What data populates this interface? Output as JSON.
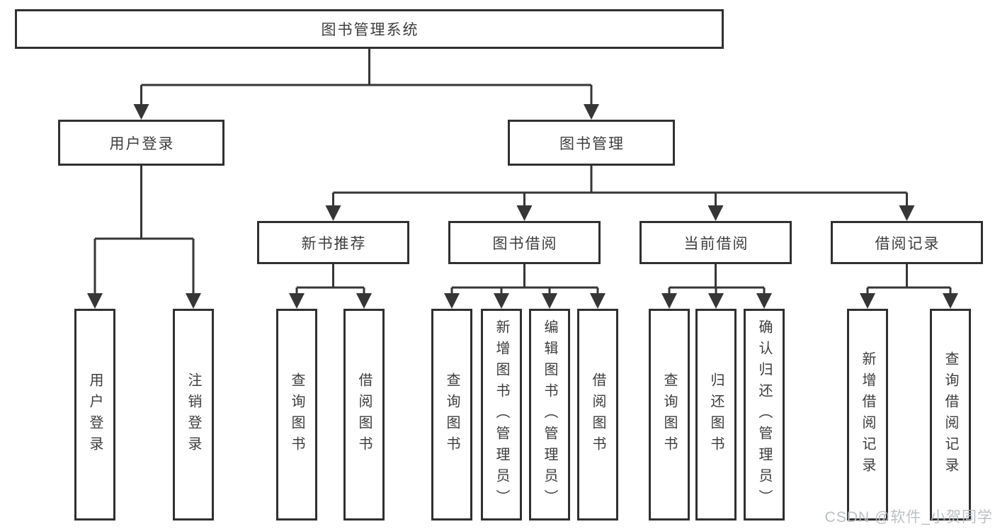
{
  "structure": {
    "root": {
      "label": "图书管理系统",
      "children": [
        {
          "label": "用户登录",
          "children": [
            {
              "label": "用户登录"
            },
            {
              "label": "注销登录"
            }
          ]
        },
        {
          "label": "图书管理",
          "children": [
            {
              "label": "新书推荐",
              "children": [
                {
                  "label": "查询图书"
                },
                {
                  "label": "借阅图书"
                }
              ]
            },
            {
              "label": "图书借阅",
              "children": [
                {
                  "label": "查询图书"
                },
                {
                  "label": "新增图书（管理员）"
                },
                {
                  "label": "编辑图书（管理员）"
                },
                {
                  "label": "借阅图书"
                }
              ]
            },
            {
              "label": "当前借阅",
              "children": [
                {
                  "label": "查询图书"
                },
                {
                  "label": "归还图书"
                },
                {
                  "label": "确认归还（管理员）"
                }
              ]
            },
            {
              "label": "借阅记录",
              "children": [
                {
                  "label": "新增借阅记录"
                },
                {
                  "label": "查询借阅记录"
                }
              ]
            }
          ]
        }
      ]
    }
  },
  "watermark": {
    "text": "CSDN @软件_小贺同学"
  },
  "colors": {
    "line": "#363636",
    "box_border": "#303030",
    "box_background": "#ffffff",
    "text": "#3d3d3d",
    "watermark": "#b8bcc1"
  }
}
